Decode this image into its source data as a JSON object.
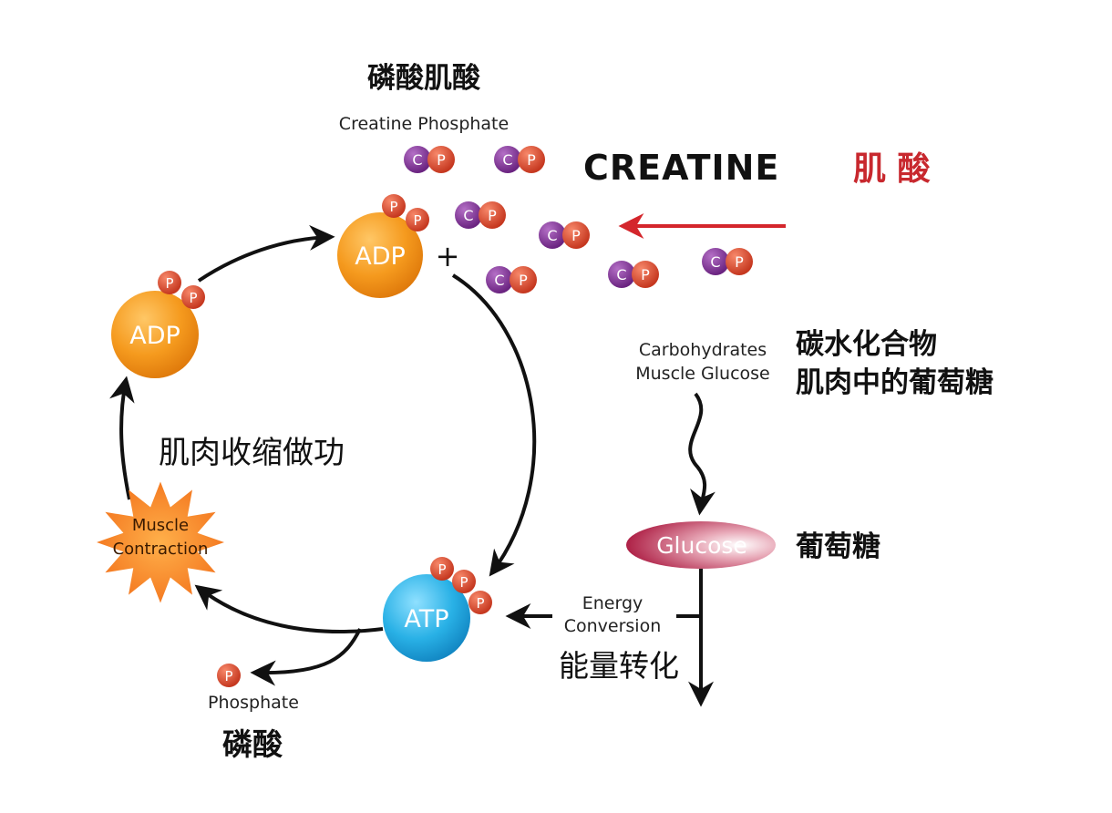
{
  "colors": {
    "adp": "#f59a1e",
    "atp": "#29b1e6",
    "creatine_ball": "#7b2d8e",
    "phosphate_ball": "#d9452b",
    "red_arrow": "#d4262c",
    "creatine_zh": "#c8282e",
    "glucose": "#b0173f",
    "star": "#f57a1a"
  },
  "creatine_phosphate": {
    "title_zh": "磷酸肌酸",
    "title_en": "Creatine Phosphate",
    "c_letter": "C",
    "p_letter": "P"
  },
  "creatine": {
    "label_en": "CREATINE",
    "label_zh": "肌 酸"
  },
  "cycle": {
    "adp_top": "ADP",
    "adp_left": "ADP",
    "atp": "ATP",
    "plus": "+",
    "p_letter": "P",
    "muscle_contraction": [
      "Muscle",
      "Contraction"
    ],
    "muscle_work_zh": "肌肉收缩做功"
  },
  "phosphate": {
    "p_letter": "P",
    "label_en": "Phosphate",
    "label_zh": "磷酸"
  },
  "carbohydrates": {
    "line1_en": "Carbohydrates",
    "line2_en": "Muscle Glucose",
    "line1_zh": "碳水化合物",
    "line2_zh": "肌肉中的葡萄糖"
  },
  "glucose": {
    "label_en": "Glucose",
    "label_zh": "葡萄糖"
  },
  "energy": {
    "line1_en": "Energy",
    "line2_en": "Conversion",
    "label_zh": "能量转化"
  }
}
